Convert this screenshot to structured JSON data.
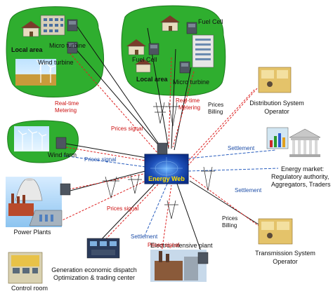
{
  "hub": {
    "label": "Energy Web"
  },
  "clusters": {
    "left": {
      "area_label": "Local area",
      "micro_turbine": "Micro turbine",
      "wind_turbine": "Wind turbine"
    },
    "right": {
      "area_label": "Local area",
      "fuel_cell_top": "Fuel Cell",
      "fuel_cell_mid": "Fuel Cell",
      "micro_turbine": "Micro turbine"
    }
  },
  "nodes": {
    "wind_farm": "Wind farm",
    "power_plants": "Power Plants",
    "control_room": "Control room",
    "dispatch_line1": "Generation economic dispatch",
    "dispatch_line2": "Optimization & trading center",
    "electro_intensive": "Electro-intensive plant",
    "dso_line1": "Distribution System",
    "dso_line2": "Operator",
    "tso_line1": "Transmission System",
    "tso_line2": "Operator",
    "market_line1": "Energy market:",
    "market_line2": "Regulatory authority,",
    "market_line3": "Aggregators, Traders"
  },
  "flows": {
    "realtime_left_1": "Real-time",
    "realtime_left_2": "Metering",
    "realtime_right_1": "Real-time",
    "realtime_right_2": "Metering",
    "prices_signal_top": "Prices signal",
    "prices_signal_left": "Prices signal",
    "prices_signal_mid": "Prices signal",
    "prices_signal_bottom": "Prices signal",
    "prices_billing_top_1": "Prices",
    "prices_billing_top_2": "Billing",
    "prices_billing_bottom_1": "Prices",
    "prices_billing_bottom_2": "Billing",
    "settlement_top": "Settlement",
    "settlement_mid": "Settlement",
    "settlement_bottom": "Settlement"
  },
  "colors": {
    "blob": "#2aa52a",
    "blob_edge": "#1d7a1d",
    "metering_line": "#dd2222",
    "settlement_line": "#2b5fbf",
    "control_line": "#111111",
    "hub_bg": "#0b2f8a"
  }
}
